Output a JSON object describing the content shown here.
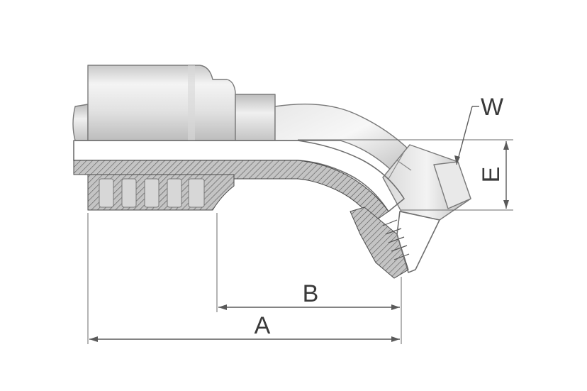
{
  "diagram": {
    "labels": {
      "a": "A",
      "b": "B",
      "e": "E",
      "w": "W"
    },
    "colors": {
      "metal_light": "#f2f2f2",
      "metal_mid": "#cfcfcf",
      "metal_dark": "#9a9a9a",
      "section": "#b8b8b8",
      "line": "#6f6f6f"
    }
  }
}
